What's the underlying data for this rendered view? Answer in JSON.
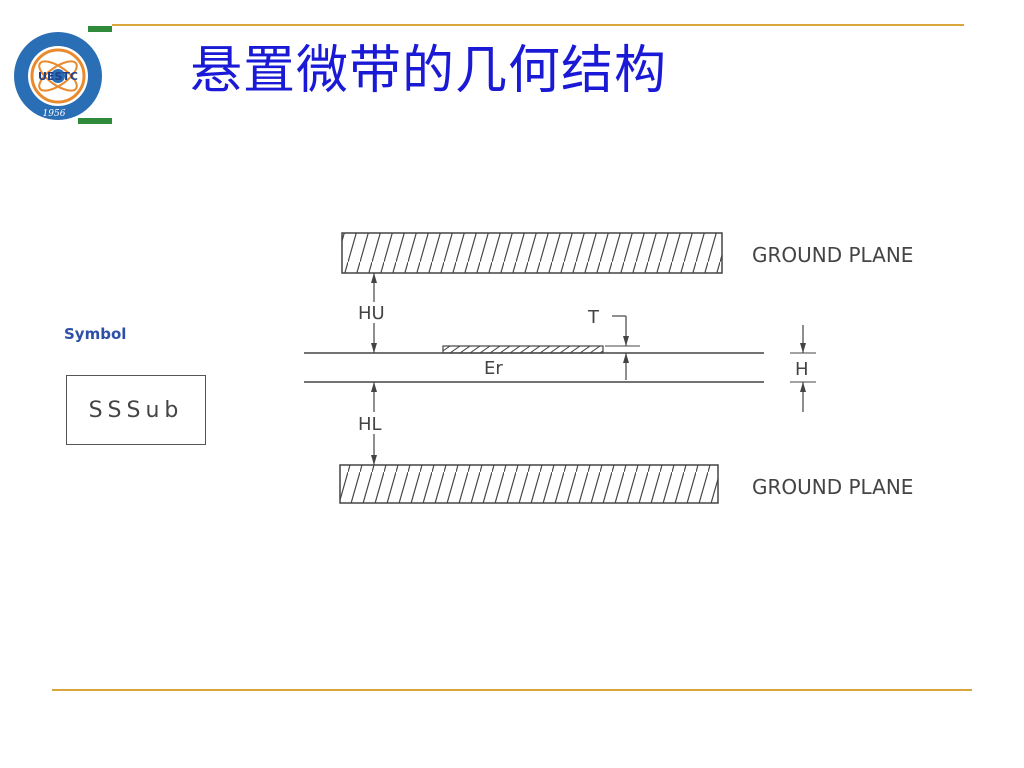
{
  "title": "悬置微带的几何结构",
  "logo": {
    "text": "UESTC",
    "year": "1956"
  },
  "symbol_section": {
    "label": "Symbol",
    "box_text": "SSSub"
  },
  "diagram": {
    "ground_plane_top": "GROUND PLANE",
    "ground_plane_bottom": "GROUND PLANE",
    "hu_label": "HU",
    "hl_label": "HL",
    "t_label": "T",
    "er_label": "Er",
    "h_label": "H"
  },
  "colors": {
    "title": "#1a1ad6",
    "rule": "#d8a63a",
    "symbol_label": "#2e4fa8",
    "logo_blue": "#2a6fb5",
    "logo_green": "#2f8a3a"
  }
}
